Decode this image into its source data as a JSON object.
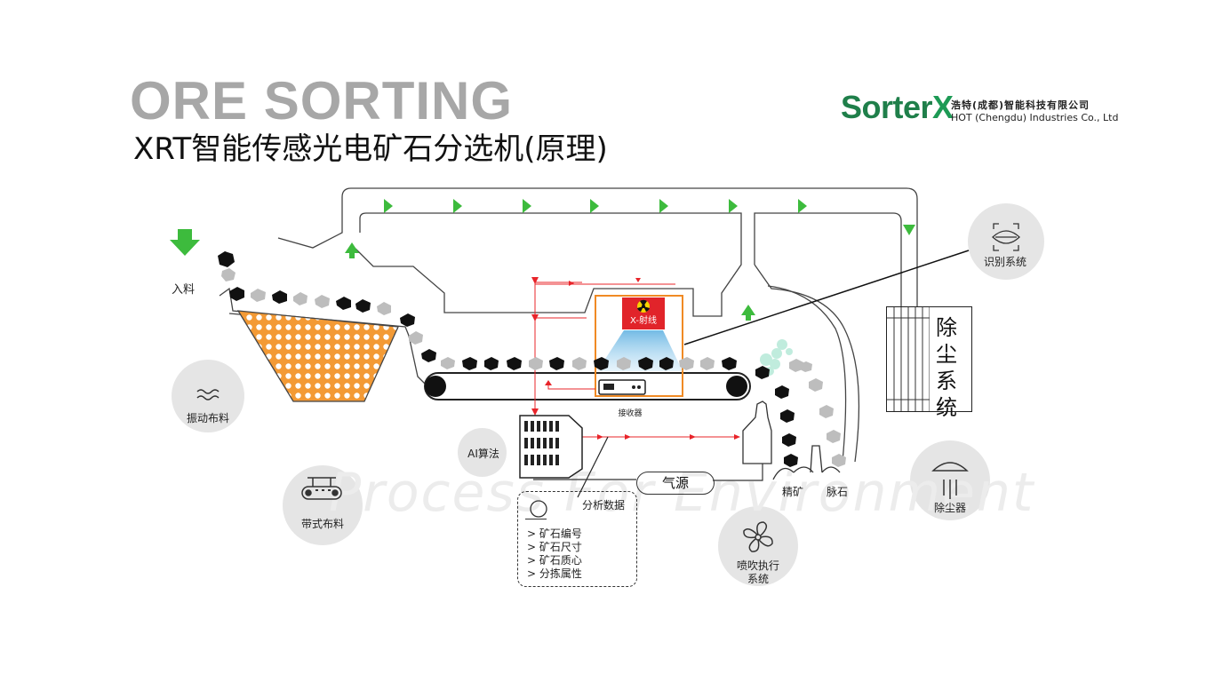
{
  "header": {
    "hero_title": "ORE SORTING",
    "subtitle": "XRT智能传感光电矿石分选机(原理)"
  },
  "logo": {
    "wordmark_main": "Sorter",
    "wordmark_x": "X",
    "company_cn": "浩特(成都)智能科技有限公司",
    "company_en": "HOT (Chengdu) Industries Co., Ltd"
  },
  "watermark": "Process For Environment",
  "labels": {
    "feed_in": "入料",
    "vibrating_feed": "振动布料",
    "belt_feed": "带式布料",
    "ai_algorithm": "AI算法",
    "recognition_system": "识别系统",
    "xray": "X-射线",
    "receiver": "接收器",
    "air_source": "气源",
    "concentrate": "精矿",
    "waste_rock": "脉石",
    "blowing_system_line1": "喷吹执行",
    "blowing_system_line2": "系统",
    "dust_collector": "除尘器",
    "dust_system": "除尘系统"
  },
  "analysis": {
    "title": "分析数据",
    "items": [
      "> 矿石编号",
      "> 矿石尺寸",
      "> 矿石质心",
      "> 分拣属性"
    ]
  },
  "colors": {
    "hopper_fill": "#f39a35",
    "flow_arrow": "#3dbb3d",
    "signal_line": "#e8242a",
    "xray_frame": "#f08a24",
    "xray_sign": "#e1242a",
    "xray_beam": "#8fcdee",
    "ore_dark": "#111111",
    "ore_light": "#bdbdbd",
    "brand_green": "#1f7f4a",
    "circle_bg": "#e5e5e5"
  },
  "icons": [
    "down-arrow-icon",
    "vibration-icon",
    "belt-feeder-icon",
    "recognition-eye-icon",
    "fan-icon",
    "dust-collector-icon",
    "radiation-icon",
    "detector-icon"
  ]
}
